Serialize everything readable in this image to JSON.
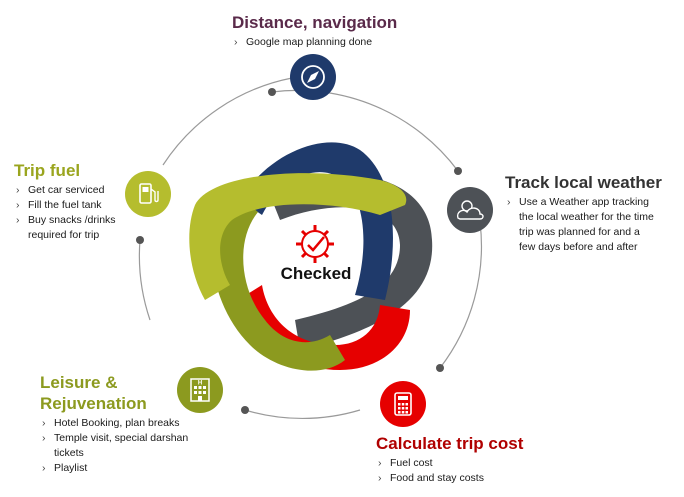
{
  "center_label": "Checked",
  "colors": {
    "navy": "#1f3a6b",
    "gray": "#4d5156",
    "olive": "#8c9a1f",
    "lime": "#b5bd2e",
    "red": "#e60000",
    "dark_red": "#b00000",
    "plum": "#5a2a4a",
    "ring": "#9a9a9a"
  },
  "nodes": {
    "distance": {
      "title": "Distance, navigation",
      "items": [
        "Google map planning done"
      ],
      "icon": "compass-icon"
    },
    "weather": {
      "title": "Track local weather",
      "items": [
        "Use a Weather app tracking the local weather for the time trip was planned for and a few days before and after"
      ],
      "icon": "cloud-sun-icon"
    },
    "cost": {
      "title": "Calculate trip cost",
      "items": [
        "Fuel cost",
        "Food and stay costs"
      ],
      "icon": "calculator-icon"
    },
    "leisure": {
      "title_line1": "Leisure &",
      "title_line2": "Rejuvenation",
      "items": [
        "Hotel Booking, plan breaks",
        "Temple visit, special darshan tickets",
        "Playlist"
      ],
      "icon": "hotel-icon"
    },
    "fuel": {
      "title": "Trip fuel",
      "items": [
        "Get car serviced",
        "Fill the fuel tank",
        "Buy snacks /drinks required for  trip"
      ],
      "icon": "fuel-pump-icon"
    }
  }
}
